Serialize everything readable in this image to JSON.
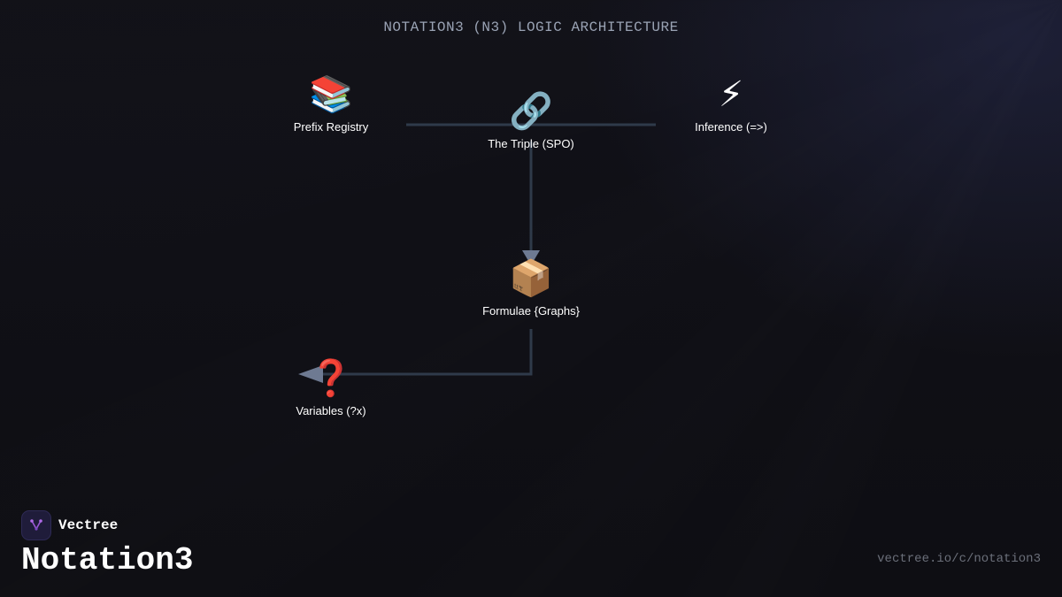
{
  "diagram": {
    "title": "NOTATION3 (N3) LOGIC ARCHITECTURE",
    "nodes": {
      "prefix": {
        "icon": "books-icon",
        "glyph": "📚",
        "label": "Prefix Registry"
      },
      "triple": {
        "icon": "link-icon",
        "glyph": "🔗",
        "label": "The Triple (SPO)"
      },
      "inference": {
        "icon": "lightning-icon",
        "glyph": "⚡",
        "label": "Inference (=>)"
      },
      "formulae": {
        "icon": "package-icon",
        "glyph": "📦",
        "label": "Formulae {Graphs}"
      },
      "variables": {
        "icon": "question-icon",
        "glyph": "❓",
        "label": "Variables (?x)"
      }
    },
    "edges": [
      {
        "from": "prefix",
        "to": "inference",
        "arrow": false
      },
      {
        "from": "triple",
        "to": "formulae",
        "arrow": true
      },
      {
        "from": "formulae",
        "to": "variables",
        "arrow": true
      }
    ],
    "colors": {
      "connector": "#2f3a4a",
      "arrowhead": "#6e7a92",
      "title": "#9aa3b4",
      "background": "#0f0f14"
    }
  },
  "footer": {
    "brand_name": "Vectree",
    "brand_icon": "vectree-logo-icon",
    "heading": "Notation3",
    "url": "vectree.io/c/notation3"
  }
}
